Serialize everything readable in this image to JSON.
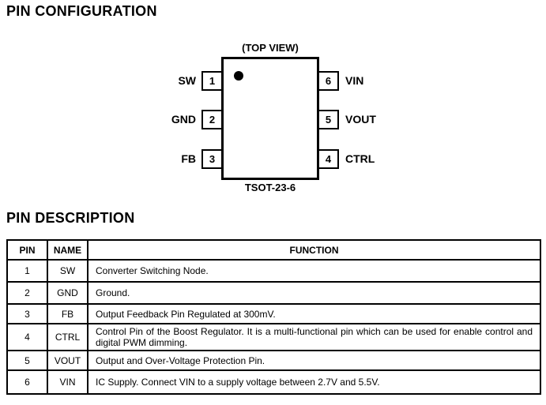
{
  "colors": {
    "text": "#000000",
    "border": "#000000",
    "background": "#ffffff"
  },
  "sections": {
    "pin_configuration": {
      "title": "PIN CONFIGURATION"
    },
    "pin_description": {
      "title": "PIN DESCRIPTION"
    }
  },
  "diagram": {
    "top_view_label": "(TOP VIEW)",
    "package_label": "TSOT-23-6",
    "pins": [
      {
        "number": "1",
        "name": "SW",
        "side": "left"
      },
      {
        "number": "2",
        "name": "GND",
        "side": "left"
      },
      {
        "number": "3",
        "name": "FB",
        "side": "left"
      },
      {
        "number": "4",
        "name": "CTRL",
        "side": "right"
      },
      {
        "number": "5",
        "name": "VOUT",
        "side": "right"
      },
      {
        "number": "6",
        "name": "VIN",
        "side": "right"
      }
    ]
  },
  "table": {
    "headers": [
      "PIN",
      "NAME",
      "FUNCTION"
    ],
    "rows": [
      {
        "pin": "1",
        "name": "SW",
        "function": "Converter Switching Node."
      },
      {
        "pin": "2",
        "name": "GND",
        "function": "Ground."
      },
      {
        "pin": "3",
        "name": "FB",
        "function": "Output Feedback Pin Regulated at 300mV."
      },
      {
        "pin": "4",
        "name": "CTRL",
        "function": "Control Pin of the Boost Regulator. It is a multi-functional pin which can be used for enable control and digital PWM dimming."
      },
      {
        "pin": "5",
        "name": "VOUT",
        "function": "Output and Over-Voltage Protection Pin."
      },
      {
        "pin": "6",
        "name": "VIN",
        "function": "IC Supply. Connect VIN to a supply voltage between 2.7V and 5.5V."
      }
    ]
  }
}
